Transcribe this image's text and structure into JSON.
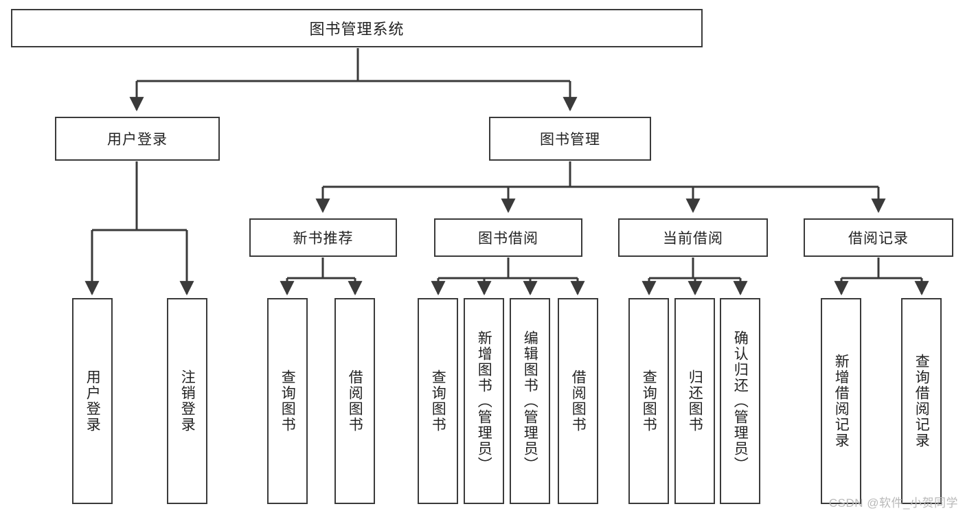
{
  "diagram": {
    "title": "图书管理系统",
    "watermark": "CSDN @软件_小贺同学",
    "colors": {
      "box_border": "#3a3a3a",
      "line": "#3a3a3a",
      "background": "#ffffff",
      "text": "#222222",
      "watermark": "#b9b9b9"
    },
    "levels": {
      "level1": [
        "图书管理系统"
      ],
      "level2": [
        "用户登录",
        "图书管理"
      ],
      "level3": [
        "新书推荐",
        "图书借阅",
        "当前借阅",
        "借阅记录"
      ],
      "level4": [
        "用户登录",
        "注销登录",
        "查询图书",
        "借阅图书",
        "查询图书",
        "新增图书（管理员）",
        "编辑图书（管理员）",
        "借阅图书",
        "查询图书",
        "归还图书",
        "确认归还（管理员）",
        "新增借阅记录",
        "查询借阅记录"
      ]
    },
    "nodes": {
      "root": {
        "label": "图书管理系统"
      },
      "user_login": {
        "label": "用户登录"
      },
      "book_manage": {
        "label": "图书管理"
      },
      "new_book_rec": {
        "label": "新书推荐"
      },
      "book_borrow": {
        "label": "图书借阅"
      },
      "current_borrow": {
        "label": "当前借阅"
      },
      "borrow_record": {
        "label": "借阅记录"
      },
      "leaf_user_login": {
        "label": "用户登录"
      },
      "leaf_logout": {
        "label": "注销登录"
      },
      "leaf_query_book_1": {
        "label": "查询图书"
      },
      "leaf_borrow_book_1": {
        "label": "借阅图书"
      },
      "leaf_query_book_2": {
        "label": "查询图书"
      },
      "leaf_add_book_admin": {
        "label": "新增图书（管理员）"
      },
      "leaf_edit_book_admin": {
        "label": "编辑图书（管理员）"
      },
      "leaf_borrow_book_2": {
        "label": "借阅图书"
      },
      "leaf_query_book_3": {
        "label": "查询图书"
      },
      "leaf_return_book": {
        "label": "归还图书"
      },
      "leaf_confirm_return_admin": {
        "label": "确认归还（管理员）"
      },
      "leaf_add_borrow_record": {
        "label": "新增借阅记录"
      },
      "leaf_query_borrow_record": {
        "label": "查询借阅记录"
      }
    }
  }
}
